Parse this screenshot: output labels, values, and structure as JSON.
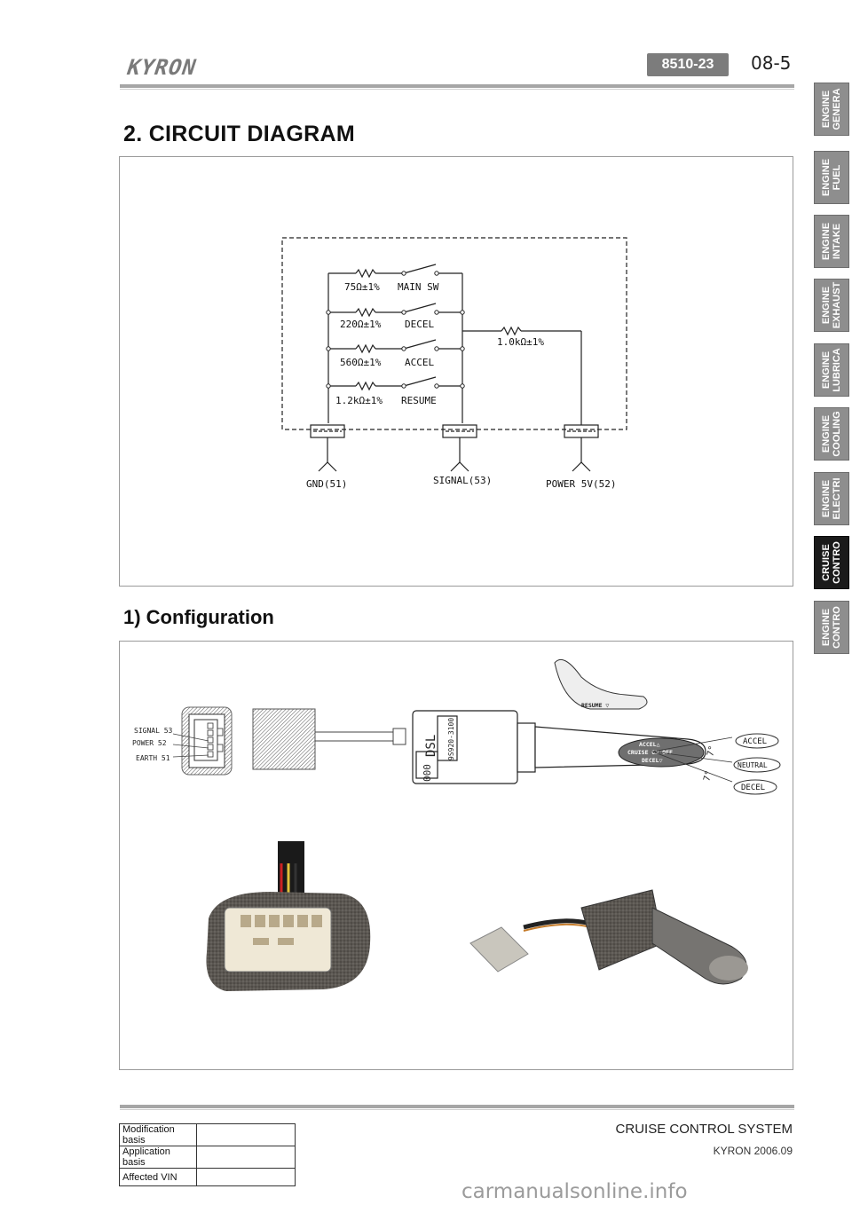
{
  "header": {
    "brand": "KYRON",
    "code": "8510-23",
    "page": "08-5"
  },
  "tabs": [
    {
      "label": "ENGINE\nGENERA",
      "active": false
    },
    {
      "label": "ENGINE\nFUEL",
      "active": false
    },
    {
      "label": "ENGINE\nINTAKE",
      "active": false
    },
    {
      "label": "ENGINE\nEXHAUST",
      "active": false
    },
    {
      "label": "ENGINE\nLUBRICA",
      "active": false
    },
    {
      "label": "ENGINE\nCOOLING",
      "active": false
    },
    {
      "label": "ENGINE\nELECTRI",
      "active": false
    },
    {
      "label": "CRUISE\nCONTRO",
      "active": true
    },
    {
      "label": "ENGINE\nCONTRO",
      "active": false
    }
  ],
  "section": {
    "title": "2. CIRCUIT DIAGRAM",
    "subtitle": "1) Configuration"
  },
  "circuit": {
    "branches": [
      {
        "resistor": "75Ω±1%",
        "switch": "MAIN SW"
      },
      {
        "resistor": "220Ω±1%",
        "switch": "DECEL"
      },
      {
        "resistor": "560Ω±1%",
        "switch": "ACCEL"
      },
      {
        "resistor": "1.2kΩ±1%",
        "switch": "RESUME"
      }
    ],
    "series_resistor": "1.0kΩ±1%",
    "terminals": [
      "GND(51)",
      "SIGNAL(53)",
      "POWER 5V(52)"
    ]
  },
  "configuration": {
    "pin_labels": [
      "SIGNAL 53",
      "POWER 52",
      "EARTH 51"
    ],
    "part_code": "DSL",
    "part_number": "9S920-3100",
    "part_mark": "000",
    "lever_marks": [
      "ACCEL",
      "NEUTRAL",
      "DECEL"
    ],
    "angle": "7°",
    "lever_text": [
      "ACCEL△",
      "CRUISE ON-OFF",
      "DECEL▽"
    ],
    "resume_text": "RESUME ▽"
  },
  "footer": {
    "system": "CRUISE CONTROL SYSTEM",
    "version": "KYRON 2006.09",
    "rows": [
      {
        "label": "Modification basis",
        "value": ""
      },
      {
        "label": "Application basis",
        "value": ""
      },
      {
        "label": "Affected VIN",
        "value": ""
      }
    ]
  },
  "watermark": "carmanualsonline.info",
  "colors": {
    "badge": "#7c7c7c",
    "tab": "#8e8e8e",
    "tab_active": "#1a1a1a",
    "rule": "#a6a6a6"
  }
}
